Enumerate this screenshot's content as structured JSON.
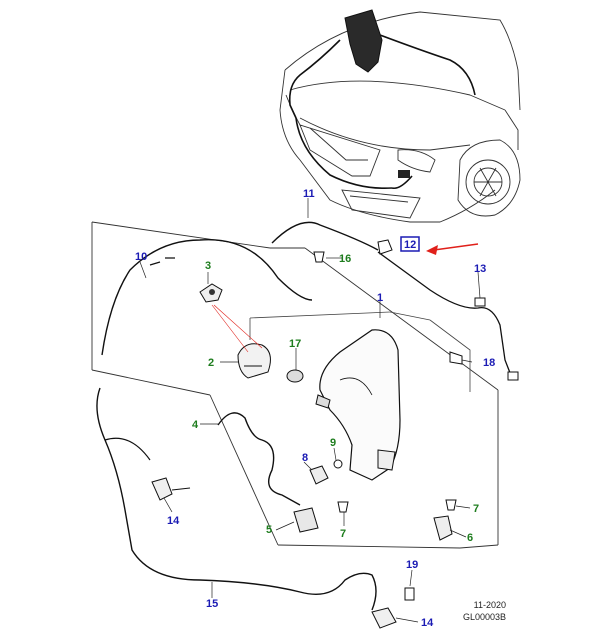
{
  "colors": {
    "blue_callout": "#1b1bb4",
    "green_callout": "#1e7d1e",
    "arrow": "#e0201a",
    "line": "#222222"
  },
  "callouts": {
    "c1": "1",
    "c2": "2",
    "c3": "3",
    "c4": "4",
    "c5": "5",
    "c6": "6",
    "c7a": "7",
    "c7b": "7",
    "c8": "8",
    "c9": "9",
    "c10": "10",
    "c11": "11",
    "c12": "12",
    "c13": "13",
    "c14a": "14",
    "c14b": "14",
    "c15": "15",
    "c16": "16",
    "c17": "17",
    "c18": "18",
    "c19": "19"
  },
  "footer": {
    "date": "11-2020",
    "code": "GL00003B"
  }
}
